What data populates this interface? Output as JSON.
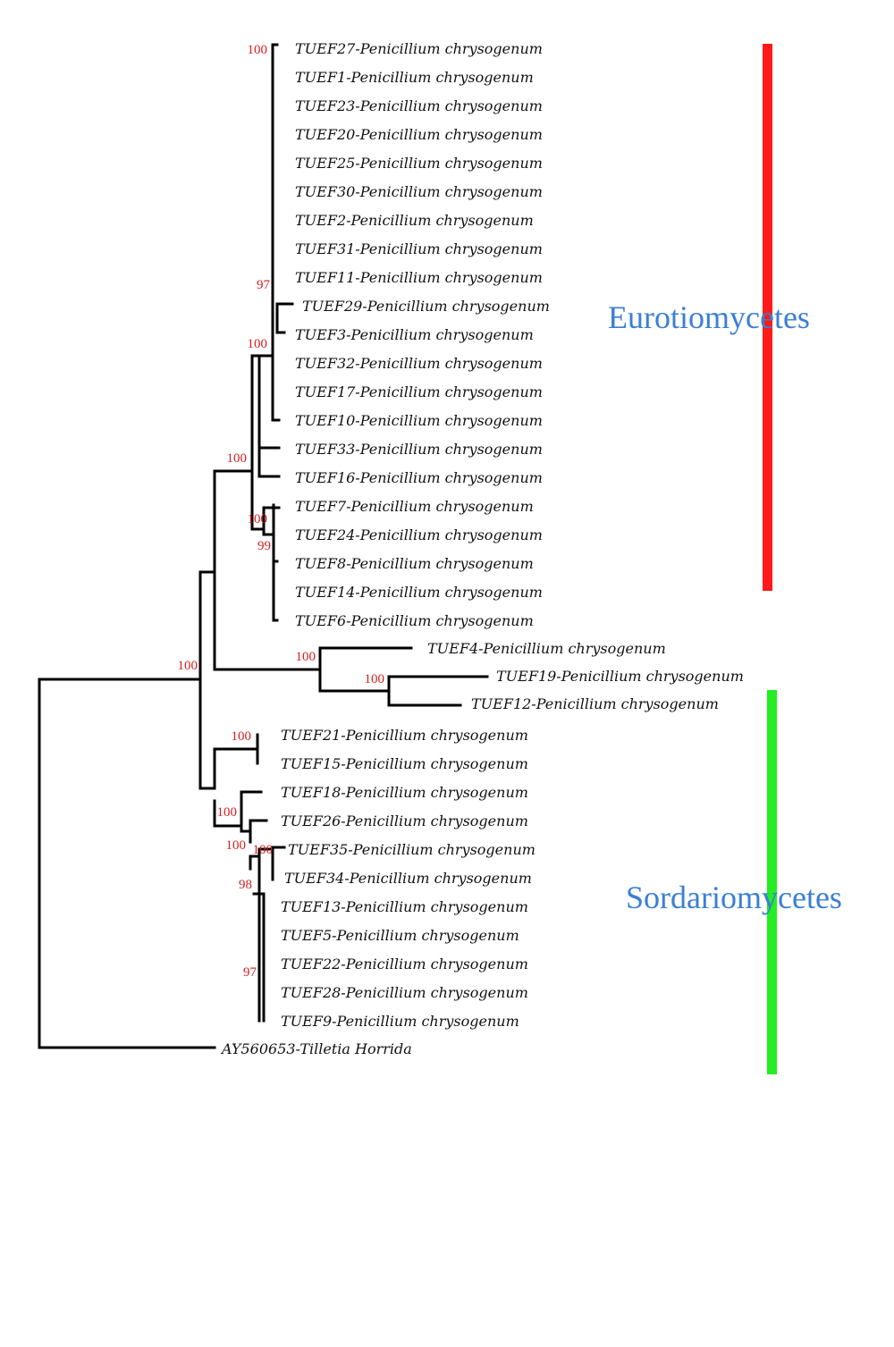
{
  "taxa": [
    "TUEF27-Penicillium chrysogenum",
    "TUEF1-Penicillium chrysogenum",
    "TUEF23-Penicillium chrysogenum",
    "TUEF20-Penicillium chrysogenum",
    "TUEF25-Penicillium chrysogenum",
    "TUEF30-Penicillium chrysogenum",
    "TUEF2-Penicillium chrysogenum",
    "TUEF31-Penicillium chrysogenum",
    "TUEF11-Penicillium chrysogenum",
    "TUEF29-Penicillium chrysogenum",
    "TUEF3-Penicillium chrysogenum",
    "TUEF32-Penicillium chrysogenum",
    "TUEF17-Penicillium chrysogenum",
    "TUEF10-Penicillium chrysogenum",
    "TUEF33-Penicillium chrysogenum",
    "TUEF16-Penicillium chrysogenum",
    "TUEF7-Penicillium chrysogenum",
    "TUEF24-Penicillium chrysogenum",
    "TUEF8-Penicillium chrysogenum",
    "TUEF14-Penicillium chrysogenum",
    "TUEF6-Penicillium chrysogenum",
    "TUEF4-Penicillium chrysogenum",
    "TUEF19-Penicillium chrysogenum",
    "TUEF12-Penicillium chrysogenum",
    "TUEF21-Penicillium chrysogenum",
    "TUEF15-Penicillium chrysogenum",
    "TUEF18-Penicillium chrysogenum",
    "TUEF26-Penicillium chrysogenum",
    "TUEF35-Penicillium chrysogenum",
    "TUEF34-Penicillium chrysogenum",
    "TUEF13-Penicillium chrysogenum",
    "TUEF5-Penicillium chrysogenum",
    "TUEF22-Penicillium chrysogenum",
    "TUEF28-Penicillium chrysogenum",
    "TUEF9-Penicillium chrysogenum",
    "AY560653-Tilletia Horrida"
  ],
  "bootstrap": [
    "100",
    "97",
    "100",
    "100",
    "100",
    "99",
    "100",
    "100",
    "100",
    "100",
    "100",
    "100",
    "100",
    "98",
    "97"
  ],
  "groups": [
    {
      "label": "Eurotiomycetes",
      "color": "#ff1a1a"
    },
    {
      "label": "Sordariomycetes",
      "color": "#22ee22"
    }
  ],
  "colors": {
    "bootstrap": "#d62020",
    "group_label": "#3a7fd5",
    "branch": "#000000"
  }
}
